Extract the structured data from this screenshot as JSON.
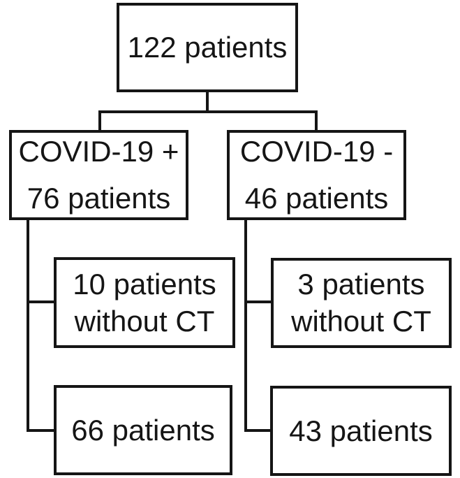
{
  "diagram": {
    "type": "flowchart",
    "background_color": "#ffffff",
    "line_color": "#151515",
    "text_color": "#151515",
    "nodes": {
      "total": {
        "lines": [
          "122 patients"
        ]
      },
      "covid_positive": {
        "lines": [
          "COVID-19 +",
          "76 patients"
        ]
      },
      "covid_negative": {
        "lines": [
          "COVID-19 -",
          "46 patients"
        ]
      },
      "positive_without_ct": {
        "lines": [
          "10 patients",
          "without CT"
        ]
      },
      "negative_without_ct": {
        "lines": [
          "3 patients",
          "without CT"
        ]
      },
      "positive_final": {
        "lines": [
          "66 patients"
        ]
      },
      "negative_final": {
        "lines": [
          "43 patients"
        ]
      }
    },
    "edges": [
      {
        "from": "total",
        "to": "covid_positive"
      },
      {
        "from": "total",
        "to": "covid_negative"
      },
      {
        "from": "covid_positive",
        "to": "positive_without_ct"
      },
      {
        "from": "covid_positive",
        "to": "positive_final"
      },
      {
        "from": "covid_negative",
        "to": "negative_without_ct"
      },
      {
        "from": "covid_negative",
        "to": "negative_final"
      }
    ]
  }
}
